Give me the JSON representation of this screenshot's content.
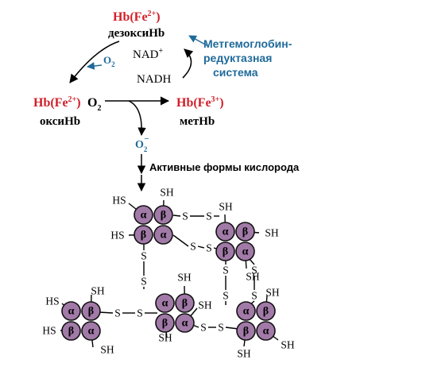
{
  "colors": {
    "red": "#d0202a",
    "blue": "#1f6a9a",
    "black": "#000000",
    "subunit_fill": "#a27aa8",
    "subunit_stroke": "#111111"
  },
  "labels": {
    "hb_fe2": "Hb(Fe",
    "fe2_sup": "2+",
    "close_paren": ")",
    "deoxyhb": "дезоксиHb",
    "o2": "O",
    "o2_sub": "2",
    "nad": "NAD",
    "nad_sup": "+",
    "nadh": "NADH",
    "reductase_line1": "Метгемоглобин-",
    "reductase_line2": "редуктазная",
    "reductase_line3": "система",
    "oxyhb_o2": "O",
    "oxyhb_o2_sub": "2",
    "oxyhb": "оксиHb",
    "hb_fe3": "Hb(Fe",
    "fe3_sup": "3+",
    "methb": "метHb",
    "superoxide": "O",
    "superoxide_sub": "2",
    "superoxide_sup": "−",
    "active_forms": "Активные формы кислорода",
    "hs": "HS",
    "sh": "SH",
    "s": "S",
    "alpha": "α",
    "beta": "β"
  }
}
